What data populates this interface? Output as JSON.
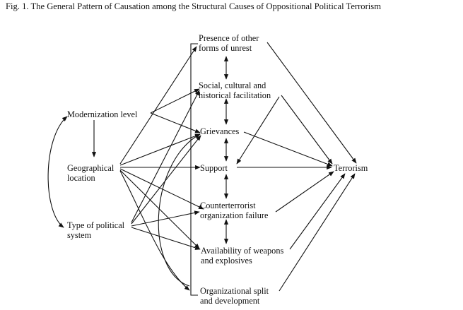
{
  "figure": {
    "title": "Fig. 1. The General Pattern of Causation among the Structural Causes of Oppositional Political Terrorism"
  },
  "nodes": {
    "modernization": {
      "lines": [
        "Modernization level"
      ]
    },
    "geographical": {
      "lines": [
        "Geographical",
        "location"
      ]
    },
    "political_system": {
      "lines": [
        "Type of political",
        "system"
      ]
    },
    "unrest": {
      "lines": [
        "Presence of other",
        "forms of unrest"
      ]
    },
    "facilitation": {
      "lines": [
        "Social, cultural and",
        "historical facilitation"
      ]
    },
    "grievances": {
      "lines": [
        "Grievances"
      ]
    },
    "support": {
      "lines": [
        "Support"
      ]
    },
    "counterterrorist": {
      "lines": [
        "Counterterrorist",
        "organization failure"
      ]
    },
    "weapons": {
      "lines": [
        "Availability of weapons",
        "and explosives"
      ]
    },
    "split": {
      "lines": [
        "Organizational split",
        "and development"
      ]
    },
    "terrorism": {
      "lines": [
        "Terrorism"
      ]
    }
  },
  "colors": {
    "ink": "#111111",
    "background": "#ffffff"
  }
}
